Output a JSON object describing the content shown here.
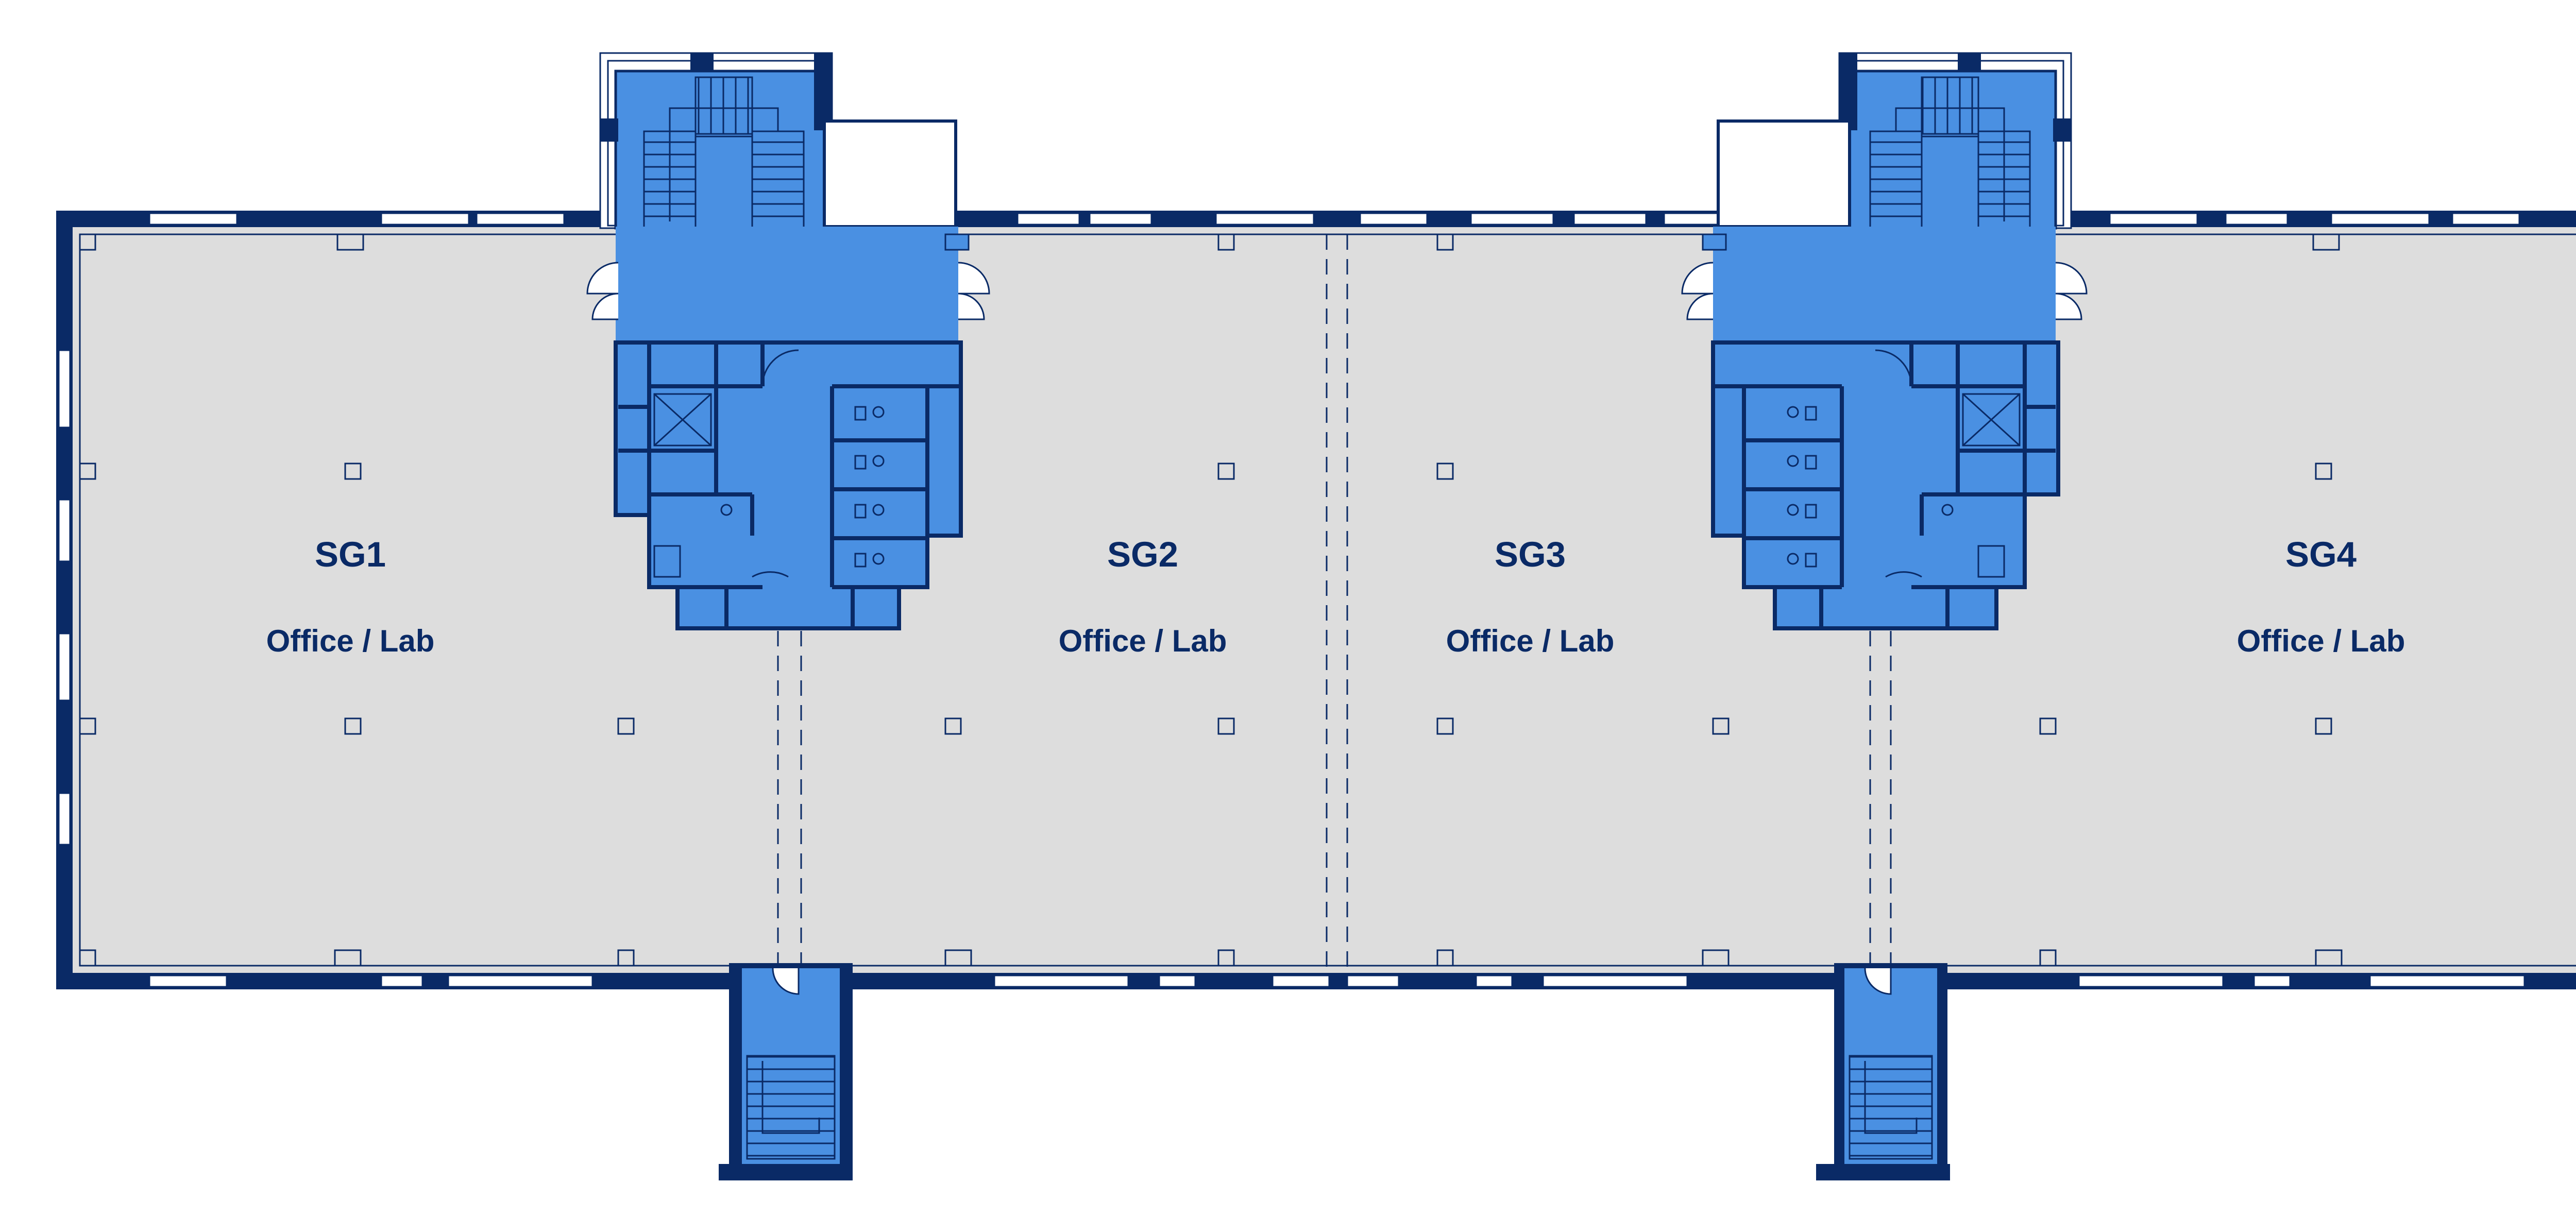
{
  "colors": {
    "background": "#ffffff",
    "floor": "#dddddd",
    "core": "#4a90e2",
    "wall": "#0a2a66",
    "window": "#ffffff",
    "label": "#0a2a66"
  },
  "units": [
    {
      "id": "SG1",
      "name": "SG1",
      "use": "Office / Lab"
    },
    {
      "id": "SG2",
      "name": "SG2",
      "use": "Office / Lab"
    },
    {
      "id": "SG3",
      "name": "SG3",
      "use": "Office / Lab"
    },
    {
      "id": "SG4",
      "name": "SG4",
      "use": "Office / Lab"
    }
  ],
  "icons": {
    "stair": "stair-icon",
    "lift": "lift-icon",
    "wc": "toilet-icon",
    "door": "door-swing-icon",
    "column": "column-icon"
  }
}
